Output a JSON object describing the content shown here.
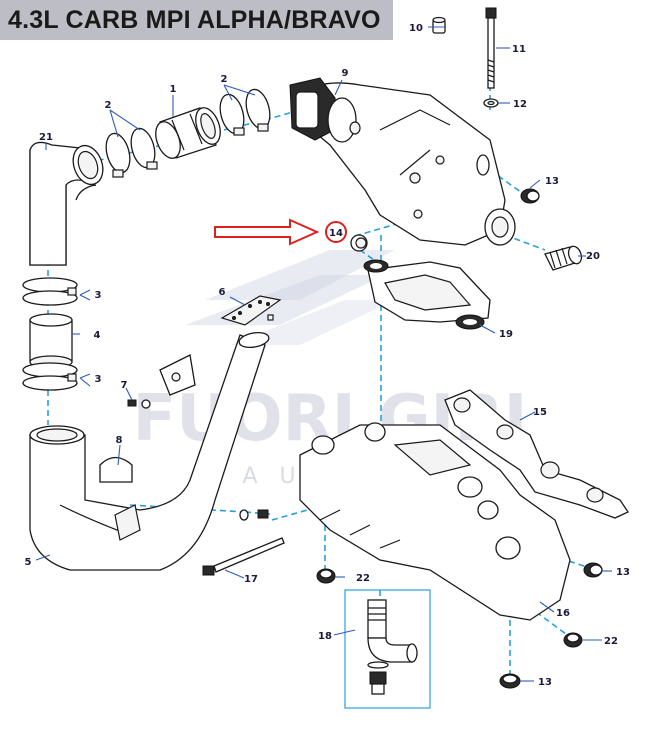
{
  "title": "4.3L CARB MPI ALPHA/BRAVO",
  "watermark": {
    "brand": "FUORI GIRI",
    "sub": "NAUTICA"
  },
  "callouts": [
    {
      "id": "c1",
      "label": "1"
    },
    {
      "id": "c2a",
      "label": "2"
    },
    {
      "id": "c2b",
      "label": "2"
    },
    {
      "id": "c3a",
      "label": "3"
    },
    {
      "id": "c3b",
      "label": "3"
    },
    {
      "id": "c4",
      "label": "4"
    },
    {
      "id": "c5",
      "label": "5"
    },
    {
      "id": "c6",
      "label": "6"
    },
    {
      "id": "c7",
      "label": "7"
    },
    {
      "id": "c8",
      "label": "8"
    },
    {
      "id": "c9",
      "label": "9"
    },
    {
      "id": "c10",
      "label": "10"
    },
    {
      "id": "c11",
      "label": "11"
    },
    {
      "id": "c12",
      "label": "12"
    },
    {
      "id": "c13a",
      "label": "13"
    },
    {
      "id": "c13b",
      "label": "13"
    },
    {
      "id": "c13c",
      "label": "13"
    },
    {
      "id": "c14",
      "label": "14"
    },
    {
      "id": "c15",
      "label": "15"
    },
    {
      "id": "c16",
      "label": "16"
    },
    {
      "id": "c17",
      "label": "17"
    },
    {
      "id": "c18",
      "label": "18"
    },
    {
      "id": "c19",
      "label": "19"
    },
    {
      "id": "c20",
      "label": "20"
    },
    {
      "id": "c21",
      "label": "21"
    },
    {
      "id": "c22a",
      "label": "22"
    },
    {
      "id": "c22b",
      "label": "22"
    }
  ],
  "colors": {
    "title_bg": "#bdbdc6",
    "highlight_arrow": "#d9231f",
    "highlight_circle": "#d9231f",
    "leader": "#2e5cb8",
    "assembly_dash": "#2aa0d8"
  }
}
